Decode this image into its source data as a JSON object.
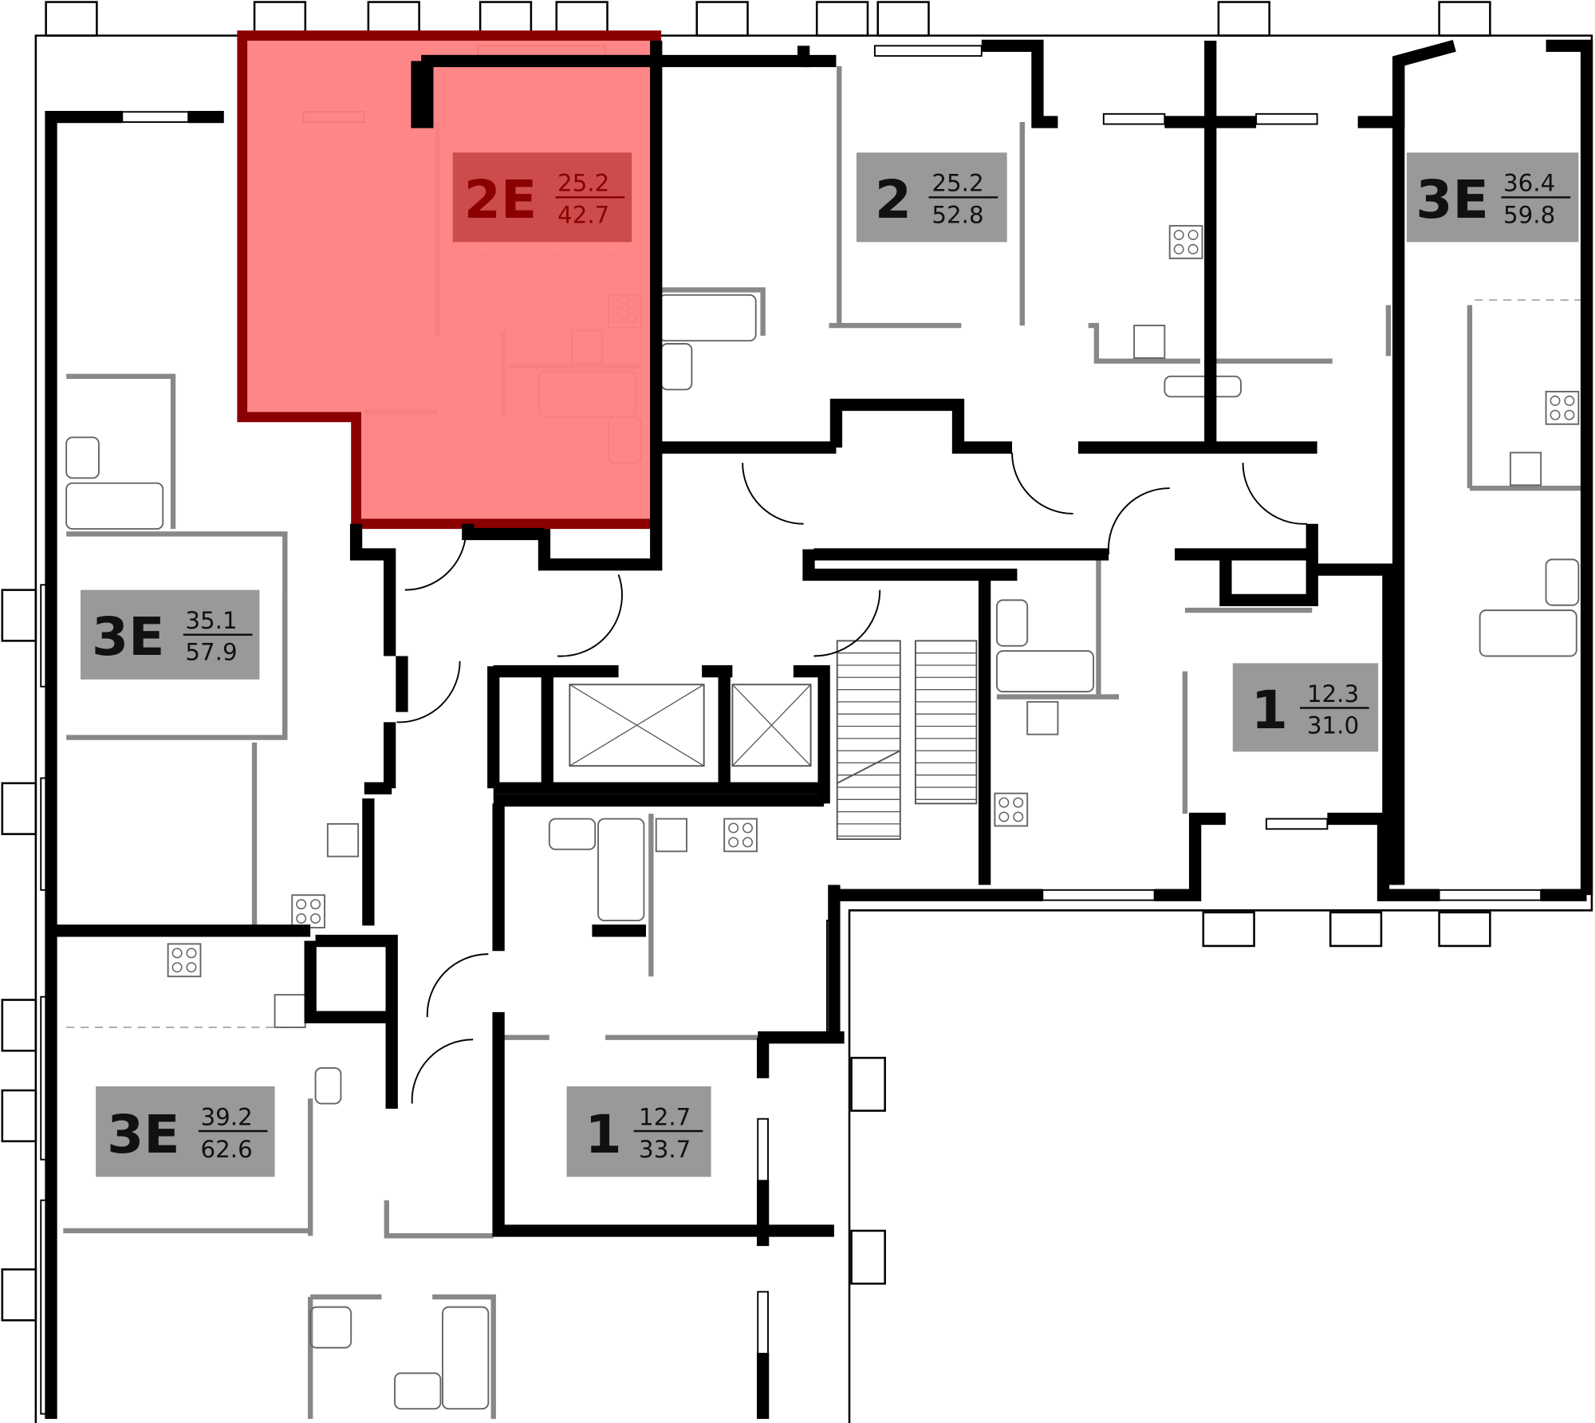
{
  "colors": {
    "wall": "#000000",
    "thin_wall": "#888888",
    "label_bg": "#999999",
    "label_text": "#111111",
    "selected_fill": "#ff8080",
    "selected_outline": "#8b0000",
    "selected_label_bg": "#cc4c4c",
    "selected_label_text": "#8b0000"
  },
  "units": [
    {
      "type": "2E",
      "living_area": "25.2",
      "total_area": "42.7",
      "selected": true
    },
    {
      "type": "2",
      "living_area": "25.2",
      "total_area": "52.8",
      "selected": false
    },
    {
      "type": "3E",
      "living_area": "36.4",
      "total_area": "59.8",
      "selected": false
    },
    {
      "type": "3E",
      "living_area": "35.1",
      "total_area": "57.9",
      "selected": false
    },
    {
      "type": "1",
      "living_area": "12.3",
      "total_area": "31.0",
      "selected": false
    },
    {
      "type": "3E",
      "living_area": "39.2",
      "total_area": "62.6",
      "selected": false
    },
    {
      "type": "1",
      "living_area": "12.7",
      "total_area": "33.7",
      "selected": false
    }
  ]
}
